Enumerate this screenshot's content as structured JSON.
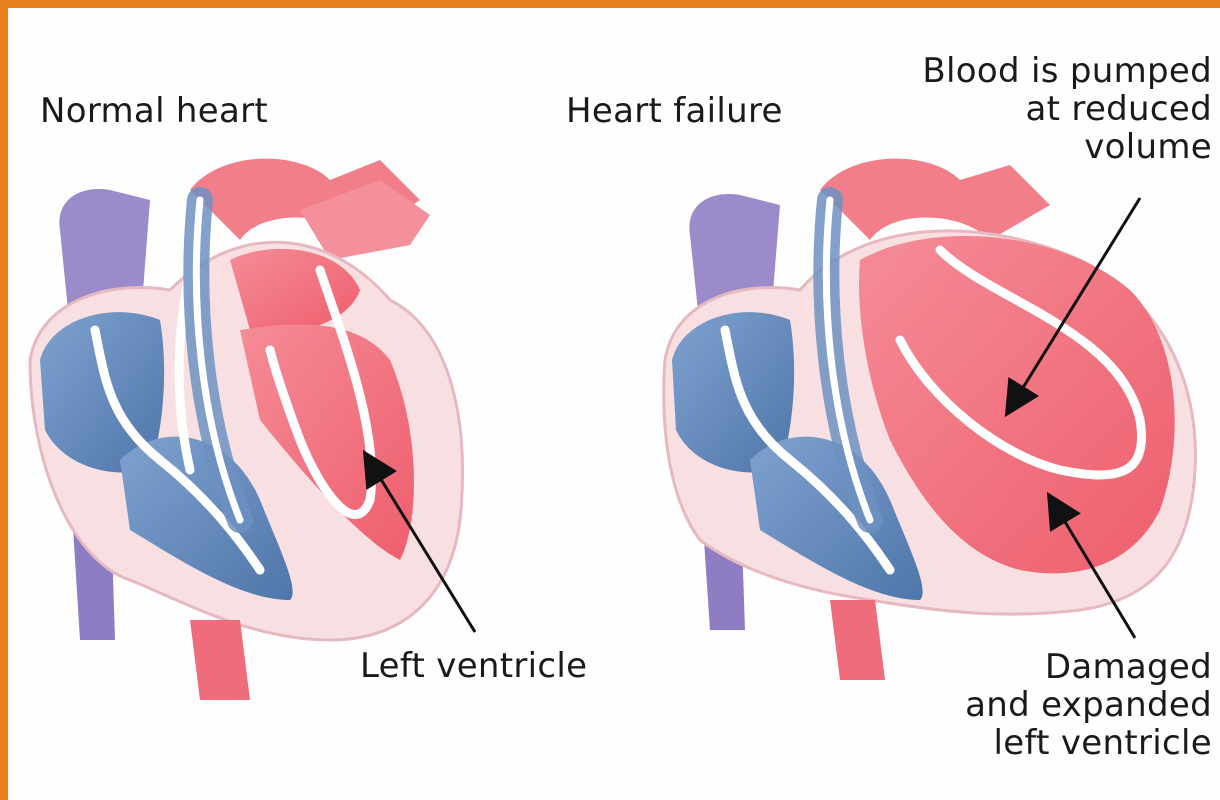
{
  "diagram": {
    "normal_title": "Normal heart",
    "failure_title": "Heart failure",
    "label_left_ventricle": "Left ventricle",
    "label_pumped": "Blood is pumped\nat reduced\nvolume",
    "label_damaged": "Damaged\nand expanded\nleft ventricle"
  },
  "colors": {
    "border": "#e8801f",
    "oxygenated": "#f06a78",
    "deoxygenated": "#5f86b8",
    "vein_purple": "#8e7cc0",
    "wall": "#f7d6d9"
  }
}
